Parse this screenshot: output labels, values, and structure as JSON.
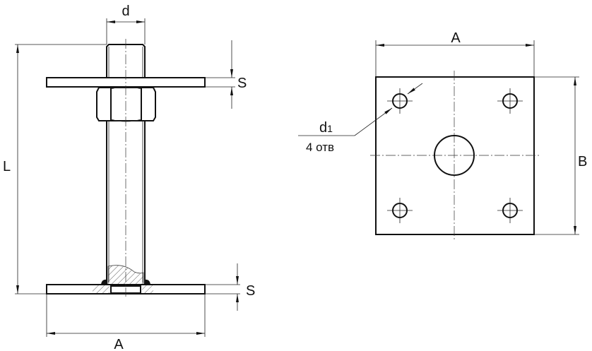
{
  "side_view": {
    "labels": {
      "d": "d",
      "L": "L",
      "S_top": "S",
      "S_bottom": "S",
      "A": "A"
    }
  },
  "top_view": {
    "labels": {
      "A": "A",
      "B": "B",
      "d1_main": "d",
      "d1_sub": "1",
      "holes": "4 отв"
    }
  },
  "colors": {
    "line": "#111111",
    "background": "#ffffff"
  }
}
